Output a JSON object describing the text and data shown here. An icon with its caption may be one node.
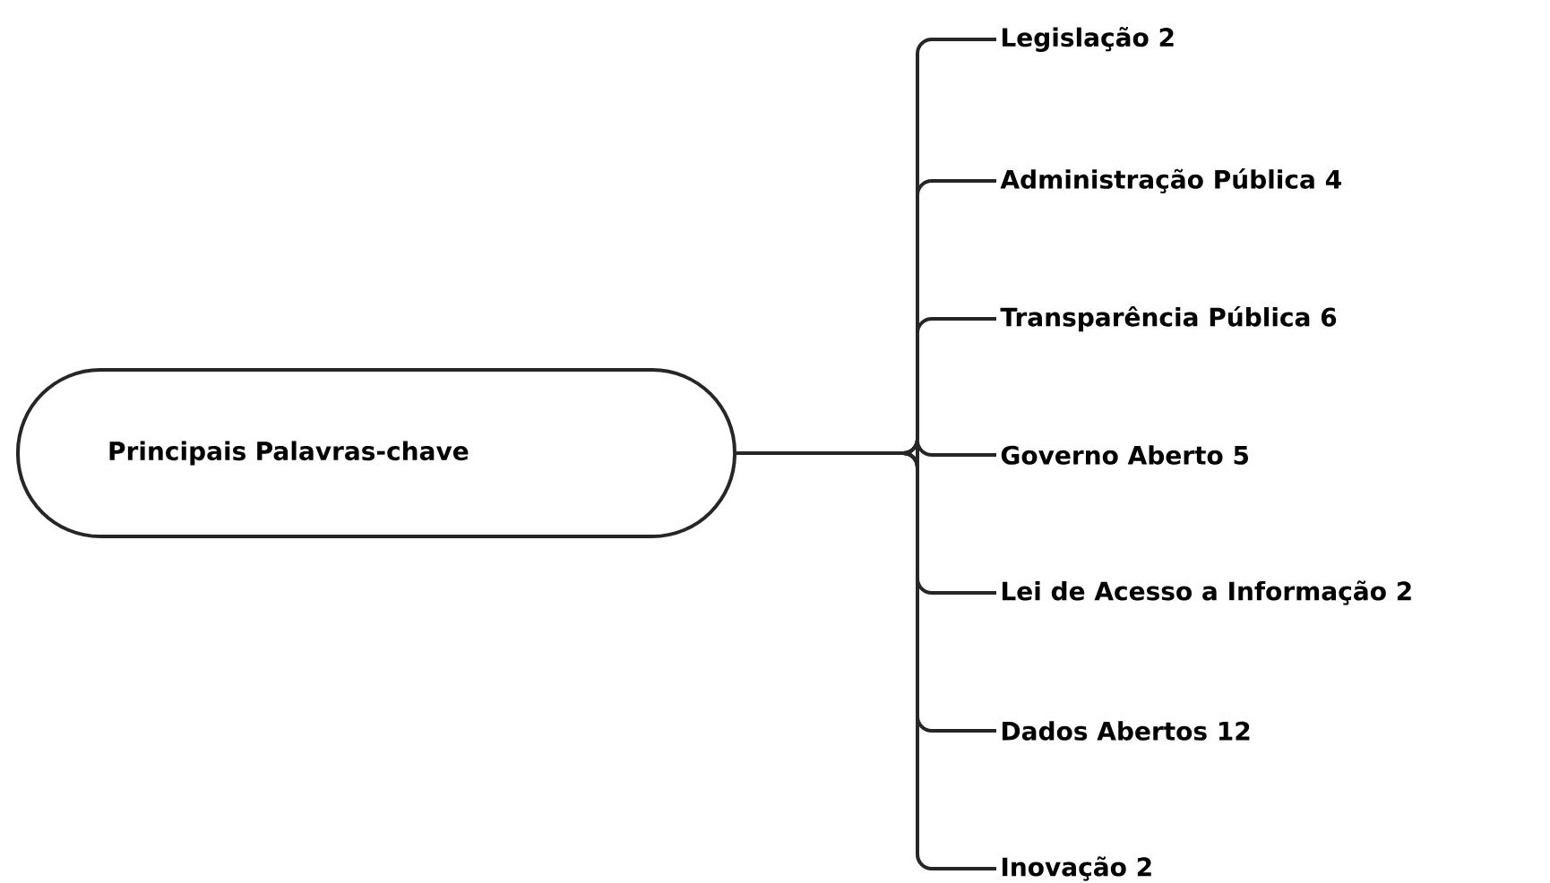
{
  "diagram": {
    "nodes": [
      {
        "text": [
          "Principais Palavras-chave"
        ]
      },
      {
        "text": [
          "Legislação 2"
        ]
      },
      {
        "text": [
          "Administração Pública 4"
        ]
      },
      {
        "text": [
          "Transparência Pública 6"
        ]
      },
      {
        "text": [
          "Governo Aberto 5"
        ]
      },
      {
        "text": [
          "Lei de Acesso a Informação 2"
        ]
      },
      {
        "text": [
          "Dados Abertos 12"
        ]
      },
      {
        "text": [
          "Inovação 2"
        ]
      }
    ],
    "edges": [
      {
        "from": 0,
        "to": 1,
        "arrow": "none"
      },
      {
        "from": 0,
        "to": 2,
        "arrow": "none"
      },
      {
        "from": 0,
        "to": 3,
        "arrow": "none"
      },
      {
        "from": 0,
        "to": 4,
        "arrow": "none"
      },
      {
        "from": 0,
        "to": 5,
        "arrow": "none"
      },
      {
        "from": 0,
        "to": 6,
        "arrow": "none"
      },
      {
        "from": 0,
        "to": 7,
        "arrow": "none"
      }
    ]
  }
}
